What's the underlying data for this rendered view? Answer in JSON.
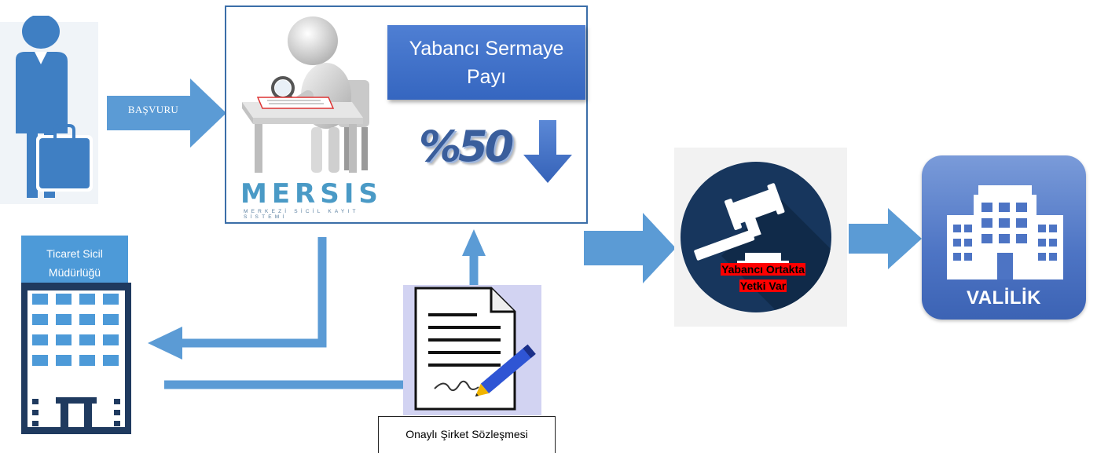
{
  "flow": {
    "applicant_arrow_label": "BAŞVURU",
    "mersis_panel": {
      "share_box_title": "Yabancı Sermaye Payı",
      "share_percent": "%50",
      "logo_text": "MERSIS",
      "logo_subtitle": "MERKEZİ SİCİL KAYIT SİSTEMİ"
    },
    "registry_office": {
      "line1": "Ticaret Sicil",
      "line2": "Müdürlüğü"
    },
    "document_caption": "Onaylı Şirket Sözleşmesi",
    "gavel_caption": {
      "line1": "Yabancı Ortakta",
      "line2": "Yetki Var"
    },
    "governorship_label": "VALİLİK"
  },
  "colors": {
    "arrow_blue": "#5b9bd5",
    "panel_border": "#3b6ea8",
    "share_box": "#3d6cc6",
    "registry_blue": "#4d9ad8",
    "navy": "#1f3a5f",
    "gavel_circle": "#17365d",
    "highlight_red": "#ff0000",
    "valilik_blue": "#4d74c4"
  },
  "icons": [
    "person-with-briefcase-icon",
    "3d-figure-with-magnifier-icon",
    "down-arrow-icon",
    "office-building-icon",
    "signed-document-icon",
    "gavel-icon",
    "government-building-icon"
  ]
}
